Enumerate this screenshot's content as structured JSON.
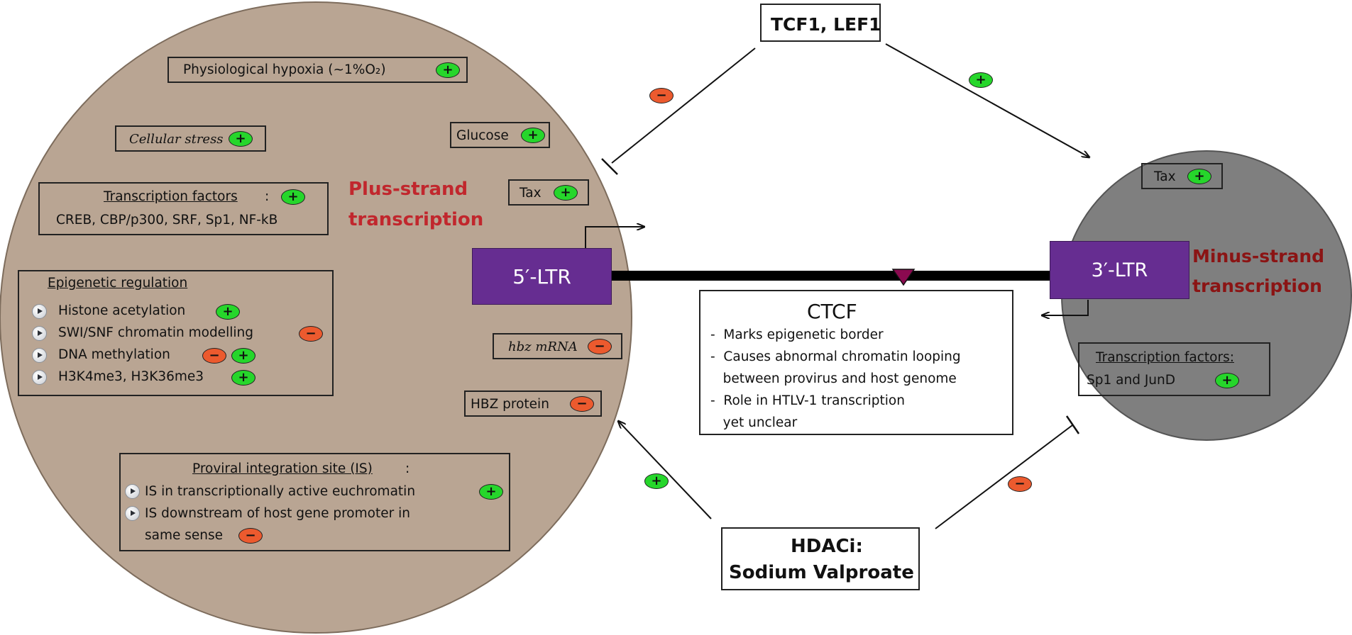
{
  "colors": {
    "left_circle": "#b9a593",
    "right_circle": "#7f7f7f",
    "ltr_fill": "#662d91",
    "plus_badge": "#26d62b",
    "minus_badge": "#ec5a2e",
    "plus_strand_title": "#c1272d",
    "minus_strand_title": "#8b1414"
  },
  "badges": {
    "plus": "+",
    "minus": "−"
  },
  "top_box": {
    "label": "TCF1, LEF1"
  },
  "bottom_box": {
    "line1": "HDACi:",
    "line2": "Sodium Valproate"
  },
  "plus_strand": {
    "title_line1": "Plus-strand",
    "title_line2": "transcription",
    "hypoxia": "Physiological hypoxia (~1%O₂)",
    "stress": "Cellular stress",
    "glucose": "Glucose",
    "tax": "Tax",
    "tf_heading": "Transcription factors",
    "tf_colon": ":",
    "tf_list": "CREB, CBP/p300, SRF, Sp1, NF-kB",
    "epi_heading": "Epigenetic regulation",
    "epi_items": [
      "Histone acetylation",
      "SWI/SNF chromatin modelling",
      "DNA methylation",
      "H3K4me3, H3K36me3"
    ],
    "hbz_mrna": "hbz mRNA",
    "hbz_protein": "HBZ protein",
    "is_heading": "Proviral integration site (IS)",
    "is_colon": ":",
    "is_item1": "IS in transcriptionally active euchromatin",
    "is_item2_line1": "IS downstream of host gene promoter in",
    "is_item2_line2": "same sense"
  },
  "minus_strand": {
    "title_line1": "Minus-strand",
    "title_line2": "transcription",
    "tax": "Tax",
    "tf_heading": "Transcription factors:",
    "tf_list": "Sp1 and JunD"
  },
  "ltr5": "5′-LTR",
  "ltr3": "3′-LTR",
  "ctcf": {
    "title": "CTCF",
    "lines": [
      "-  Marks epigenetic border",
      "-  Causes abnormal chromatin looping",
      "   between provirus and host genome",
      "-  Role in HTLV-1 transcription",
      "   yet unclear"
    ]
  }
}
